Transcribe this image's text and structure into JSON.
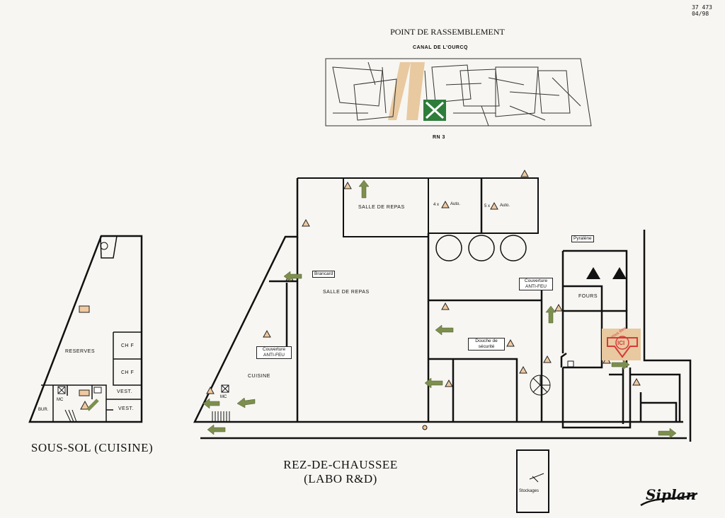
{
  "ref": {
    "line1": "37 473",
    "line2": "04/98"
  },
  "assembly": {
    "title": "POINT DE RASSEMBLEMENT",
    "canal": "CANAL DE L'OURCQ",
    "road": "RN 3"
  },
  "basement": {
    "title": "SOUS-SOL (CUISINE)",
    "labels": {
      "reserves": "RESERVES",
      "chf1": "CH F",
      "chf2": "CH F",
      "vest1": "VEST.",
      "vest2": "VEST.",
      "mc": "MC",
      "bur": "BUR."
    }
  },
  "ground": {
    "title_line1": "REZ-DE-CHAUSSEE",
    "title_line2": "(LABO R&D)",
    "labels": {
      "salle_repas_top": "SALLE DE REPAS",
      "salle_repas_mid": "SALLE DE REPAS",
      "brancard": "Brancard",
      "cuisine": "CUISINE",
      "couverture1": "Couverture ANTI-FEU",
      "couverture2": "Couverture ANTI-FEU",
      "auto4": "4 x",
      "auto4_word": "Auto.",
      "auto5": "5 x",
      "auto5_word": "Auto.",
      "pyralene": "Pyralène",
      "fours": "FOURS",
      "douche": "Douche de sécurité",
      "mc": "MC",
      "stockages": "Stockages",
      "vous_etes": "Vous êtes",
      "ici": "ICI"
    }
  },
  "signature": "Siplan",
  "colors": {
    "arrow": "#7d8f4e",
    "extinguisher": "#f0c9a0",
    "assembly": "#2e7d3a",
    "here": "#d63a3a",
    "path": "#e8c9a0"
  }
}
